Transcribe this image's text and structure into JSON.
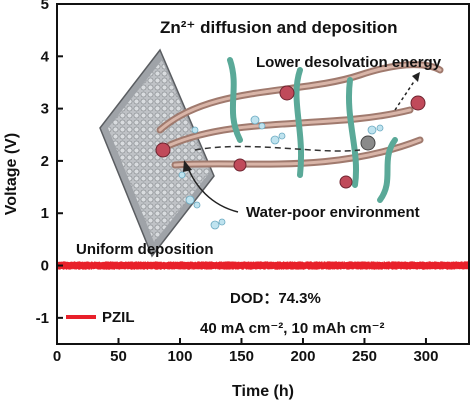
{
  "chart_data": {
    "type": "line",
    "title": "",
    "xlabel": "Time (h)",
    "ylabel": "Voltage (V)",
    "xlim": [
      0,
      335
    ],
    "ylim": [
      -1.5,
      5
    ],
    "xticks": [
      0,
      50,
      100,
      150,
      200,
      250,
      300
    ],
    "yticks": [
      -1,
      0,
      1,
      2,
      3,
      4,
      5
    ],
    "grid": false,
    "legend": {
      "position": "bottom-left",
      "entries": [
        "PZIL"
      ]
    },
    "series": [
      {
        "name": "PZIL",
        "color": "#e8202a",
        "x_range": [
          0,
          335
        ],
        "y_band": [
          -0.08,
          0.08
        ],
        "note": "dense polarization oscillation around 0 V"
      }
    ],
    "annotations": {
      "inset_title": "Zn²⁺ diffusion and deposition",
      "desolvation": "Lower desolvation energy",
      "water_poor": "Water-poor environment",
      "uniform": "Uniform deposition",
      "dod": "DOD：74.3%",
      "conditions": "40 mA cm⁻², 10 mAh cm⁻²"
    }
  }
}
